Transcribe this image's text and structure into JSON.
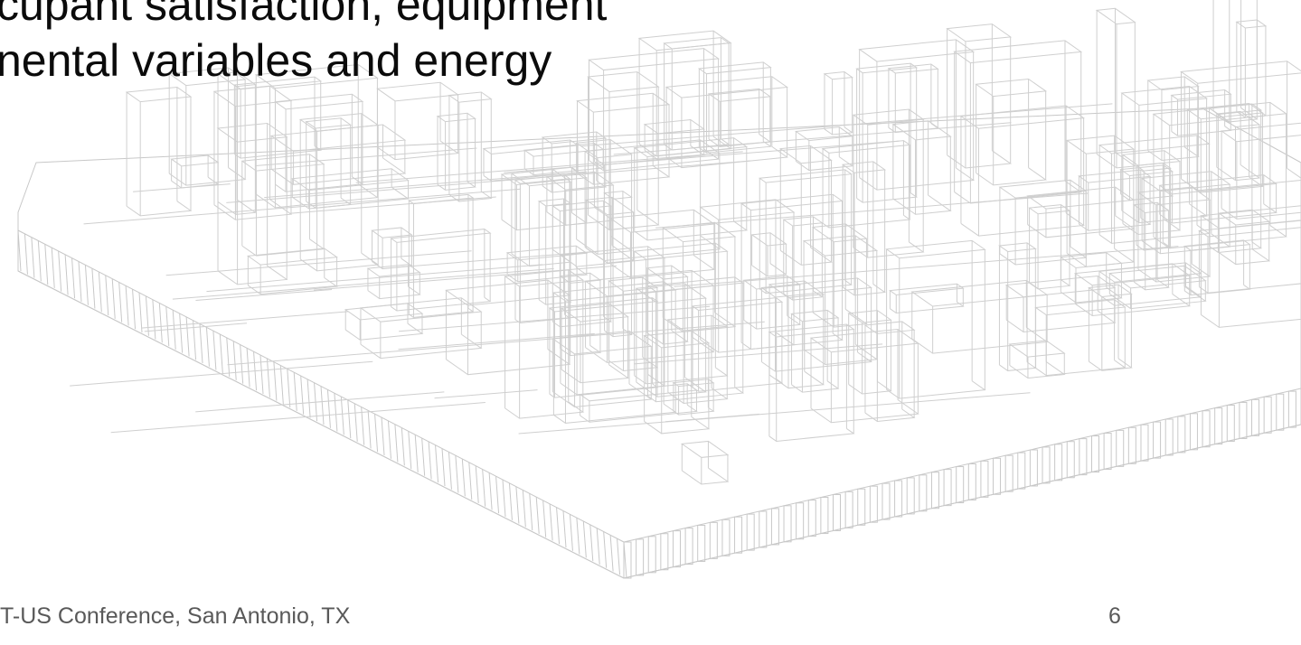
{
  "slide": {
    "title_lines": [
      "cupant satisfaction, equipment",
      "nental variables and energy"
    ],
    "footer": "T-US Conference, San Antonio, TX",
    "page_number": "6",
    "background_image": "building-wireframe-drawing"
  },
  "colors": {
    "background": "#ffffff",
    "title_text": "#0b0b0b",
    "footer_text": "#595959",
    "wireframe_stroke": "#c8c8c8"
  }
}
